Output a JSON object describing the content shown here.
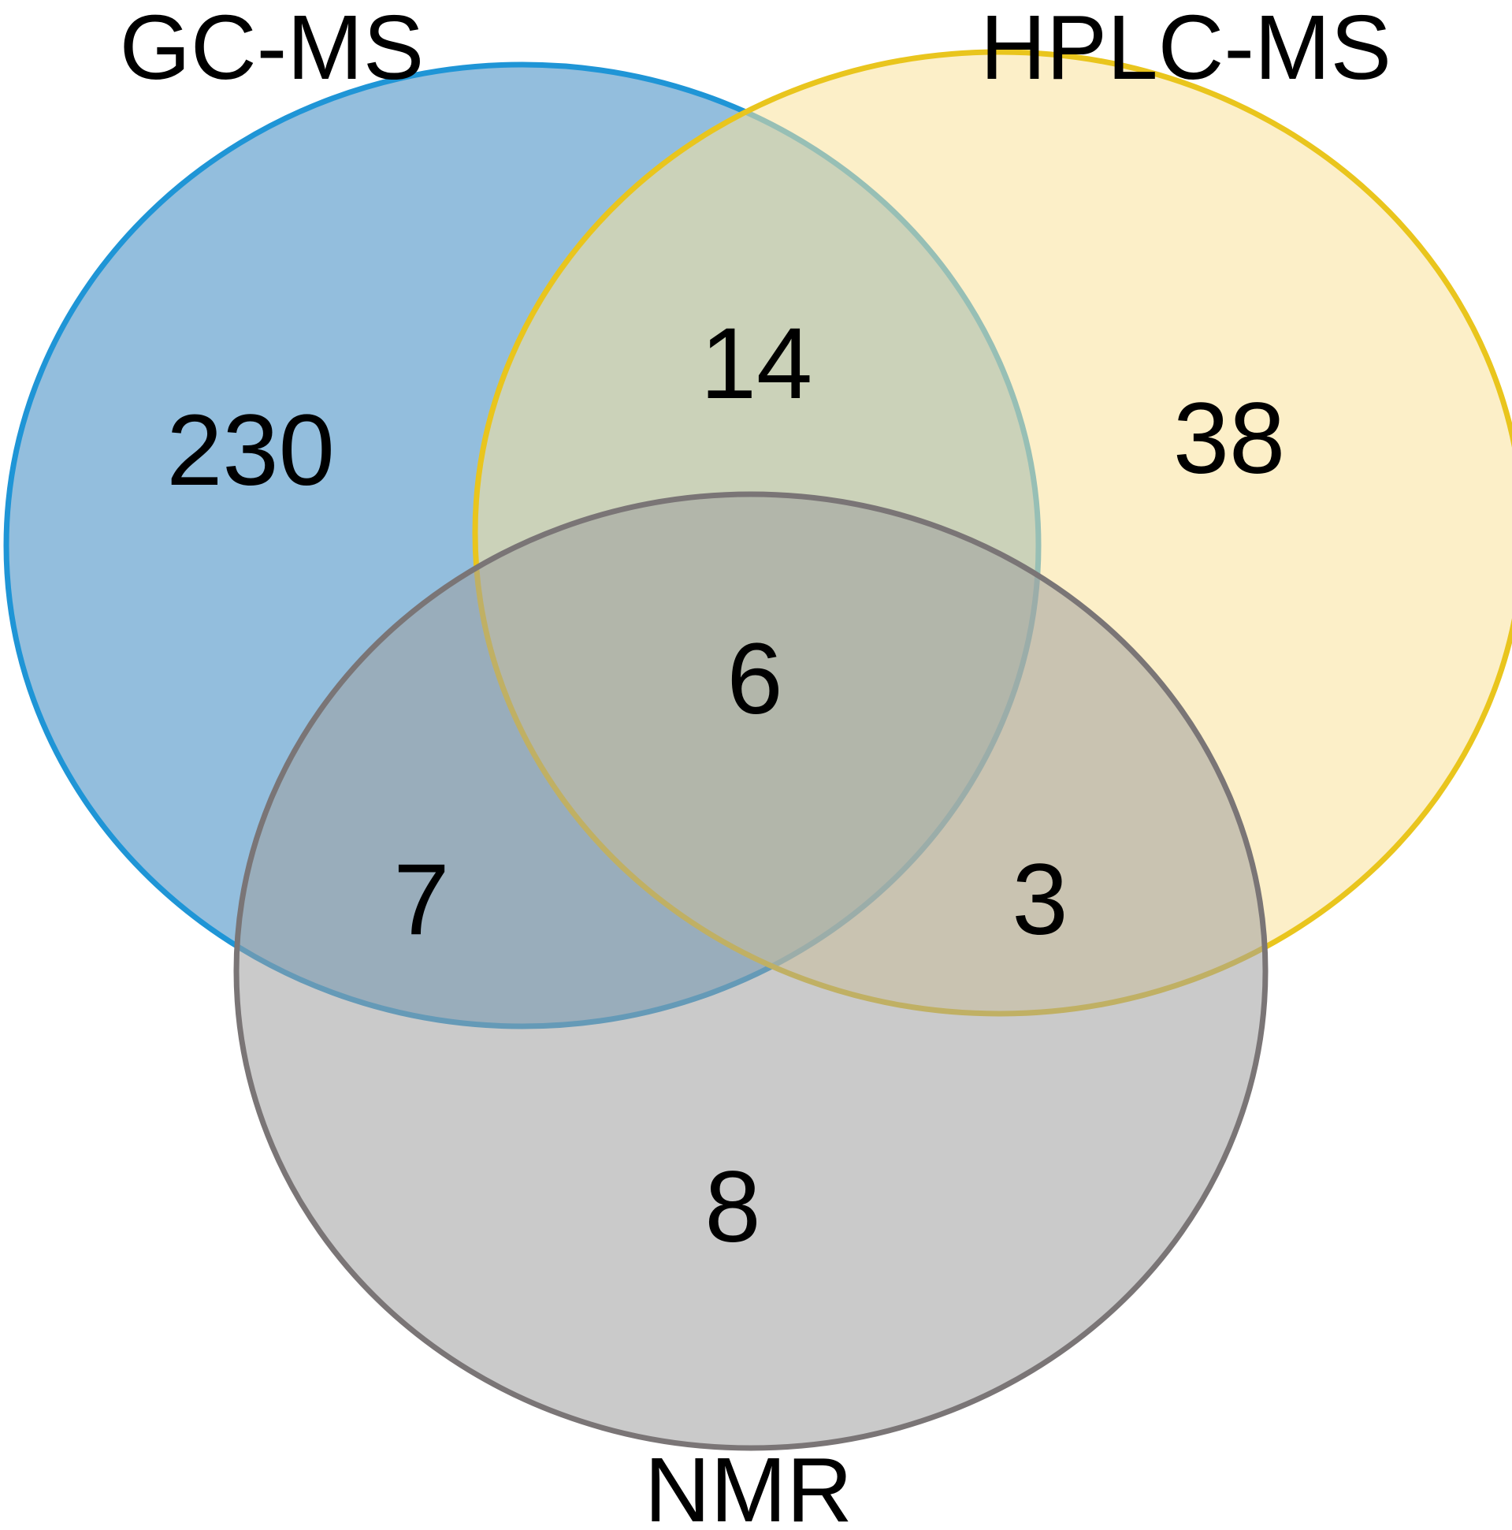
{
  "sets": [
    {
      "id": "gc_ms",
      "label": "GC-MS",
      "fill": "#93bedd",
      "stroke": "#1f95d6"
    },
    {
      "id": "hplc_ms",
      "label": "HPLC-MS",
      "fill": "#f9e29a",
      "stroke": "#e9c51d"
    },
    {
      "id": "nmr",
      "label": "NMR",
      "fill": "#9e9e9e",
      "stroke": "#7a7576"
    }
  ],
  "regions": {
    "gc_ms_only": "230",
    "hplc_ms_only": "38",
    "nmr_only": "8",
    "gc_ms_hplc_ms": "14",
    "gc_ms_nmr": "7",
    "hplc_ms_nmr": "3",
    "all_three": "6"
  }
}
